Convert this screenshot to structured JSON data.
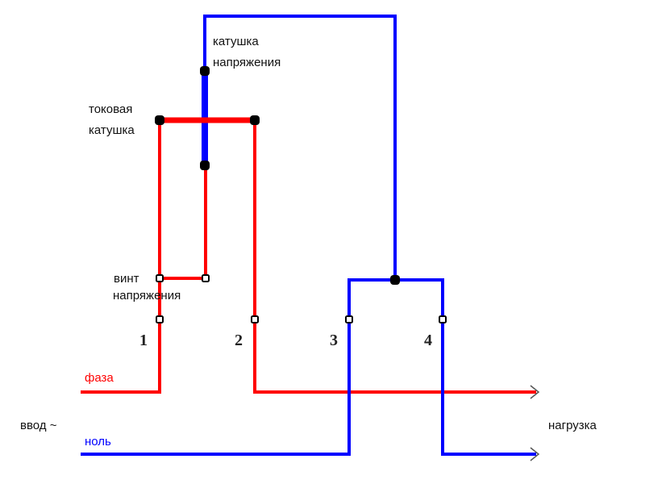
{
  "labels": {
    "voltage_coil_1": "катушка",
    "voltage_coil_2": "напряжения",
    "current_coil_1": "токовая",
    "current_coil_2": "катушка",
    "voltage_screw_1": "винт",
    "voltage_screw_2": "напряжения",
    "phase": "фаза",
    "neutral": "ноль",
    "input": "ввод ~",
    "load": "нагрузка"
  },
  "terminals": [
    "1",
    "2",
    "3",
    "4"
  ],
  "colors": {
    "phase": "#ff0000",
    "neutral": "#0000ff",
    "node": "#000000"
  }
}
